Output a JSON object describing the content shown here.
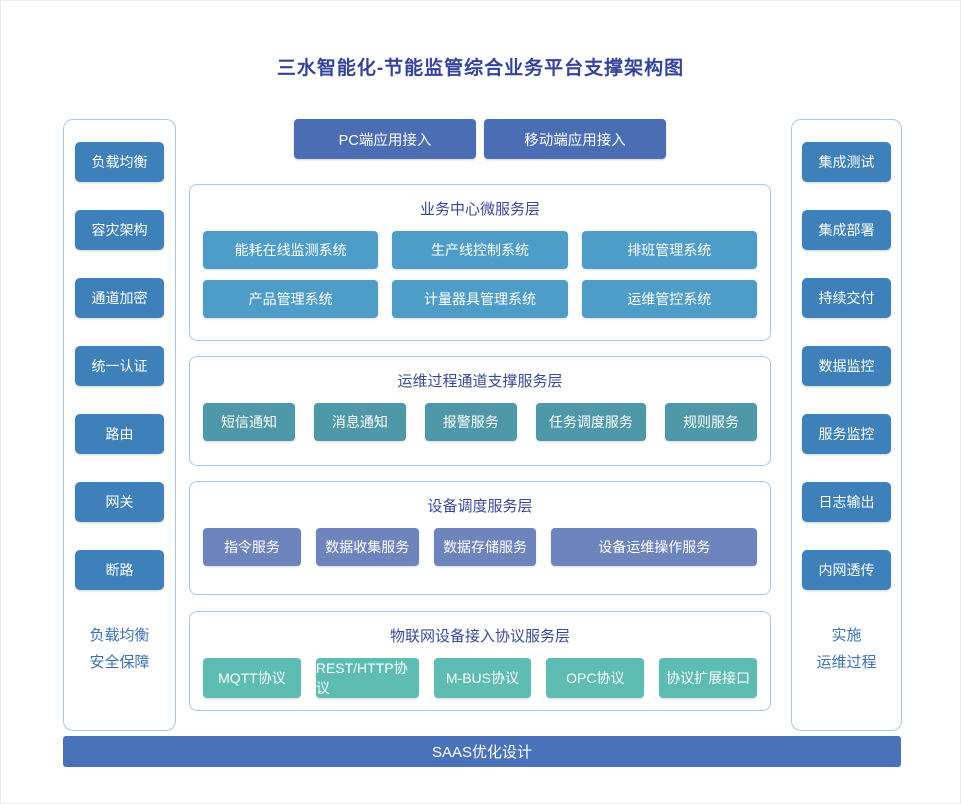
{
  "title": "三水智能化-节能监管综合业务平台支撑架构图",
  "colors": {
    "title_text": "#35439a",
    "layer_title_text": "#3b4896",
    "caption_text": "#3c70ae",
    "panel_border": "#a9c7e6",
    "side_button": "#3d80ba",
    "access_button": "#4a6db4",
    "business_chip": "#4e9dc9",
    "channel_chip": "#4f98a8",
    "device_chip": "#6e84bc",
    "protocol_chip": "#5dbdb3",
    "footer_bar": "#4a72b8"
  },
  "left_sidebar": {
    "items": [
      "负载均衡",
      "容灾架构",
      "通道加密",
      "统一认证",
      "路由",
      "网关",
      "断路"
    ],
    "caption": [
      "负载均衡",
      "安全保障"
    ]
  },
  "right_sidebar": {
    "items": [
      "集成测试",
      "集成部署",
      "持续交付",
      "数据监控",
      "服务监控",
      "日志输出",
      "内网透传"
    ],
    "caption": [
      "实施",
      "运维过程"
    ]
  },
  "access_layer": {
    "items": [
      "PC端应用接入",
      "移动端应用接入"
    ]
  },
  "layers": [
    {
      "title": "业务中心微服务层",
      "items": [
        "能耗在线监测系统",
        "生产线控制系统",
        "排班管理系统",
        "产品管理系统",
        "计量器具管理系统",
        "运维管控系统"
      ]
    },
    {
      "title": "运维过程通道支撑服务层",
      "items": [
        "短信通知",
        "消息通知",
        "报警服务",
        "任务调度服务",
        "规则服务"
      ]
    },
    {
      "title": "设备调度服务层",
      "items": [
        "指令服务",
        "数据收集服务",
        "数据存储服务",
        "设备运维操作服务"
      ]
    },
    {
      "title": "物联网设备接入协议服务层",
      "items": [
        "MQTT协议",
        "REST/HTTP协议",
        "M-BUS协议",
        "OPC协议",
        "协议扩展接口"
      ]
    }
  ],
  "footer": {
    "label": "SAAS优化设计"
  }
}
